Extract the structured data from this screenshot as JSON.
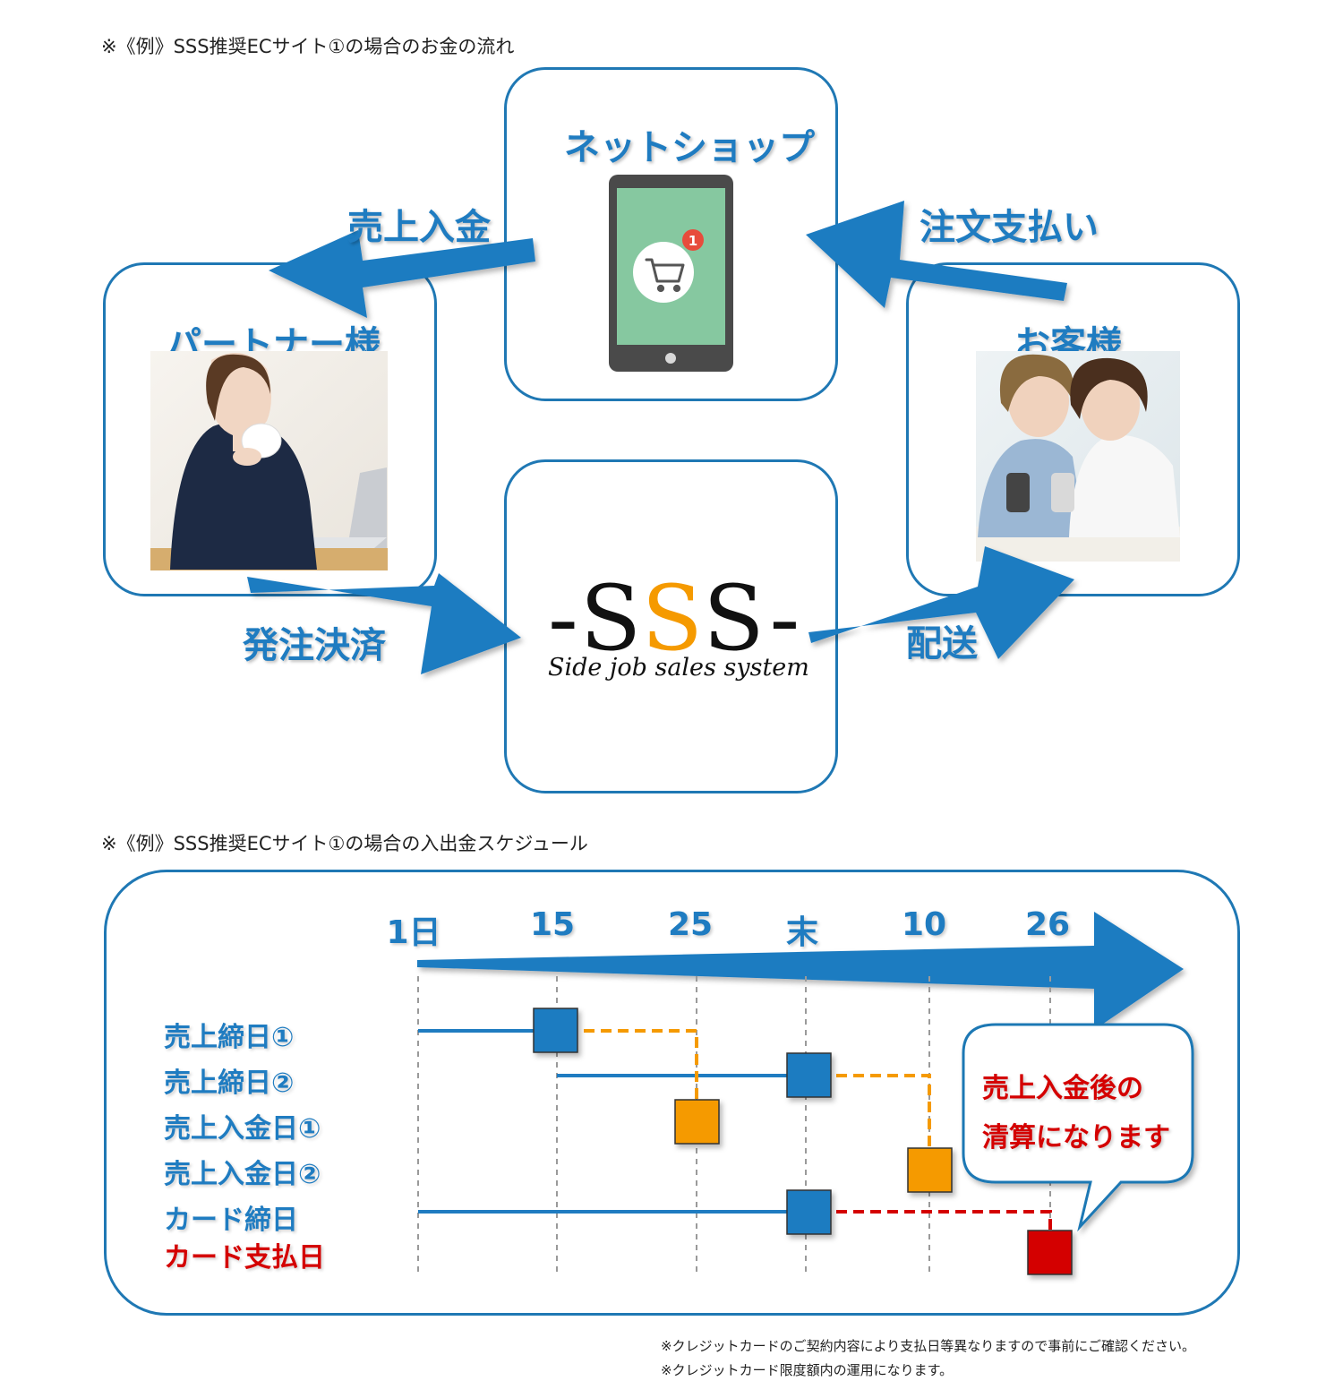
{
  "flow": {
    "caption": "※《例》SSS推奨ECサイト①の場合のお金の流れ",
    "netshop_title": "ネットショップ",
    "partner_title": "パートナー様",
    "customer_title": "お客様",
    "cart_badge": "1",
    "arrow_sales_deposit": "売上入金",
    "arrow_order_payment": "注文支払い",
    "arrow_order_settlement": "発注決済",
    "arrow_delivery": "配送",
    "logo_left_dash": "-",
    "logo_s1": "S",
    "logo_s2": "S",
    "logo_s3": "S",
    "logo_right_dash": "-",
    "logo_tagline": "Side job sales system"
  },
  "schedule": {
    "caption": "※《例》SSS推奨ECサイト①の場合の入出金スケジュール",
    "ticks": [
      "1日",
      "15",
      "25",
      "末",
      "10",
      "26"
    ],
    "rows": [
      "売上締日①",
      "売上締日②",
      "売上入金日①",
      "売上入金日②",
      "カード締日",
      "カード支払日"
    ],
    "bubble_line1": "売上入金後の",
    "bubble_line2": "清算になります"
  },
  "notes": {
    "line1": "※クレジットカードのご契約内容により支払日等異なりますので事前にご確認ください。",
    "line2": "※クレジットカード限度額内の運用になります。"
  },
  "colors": {
    "blue": "#1f7cc1",
    "orange": "#f59a00",
    "red": "#d40000",
    "screen_green": "#86c8a0"
  }
}
